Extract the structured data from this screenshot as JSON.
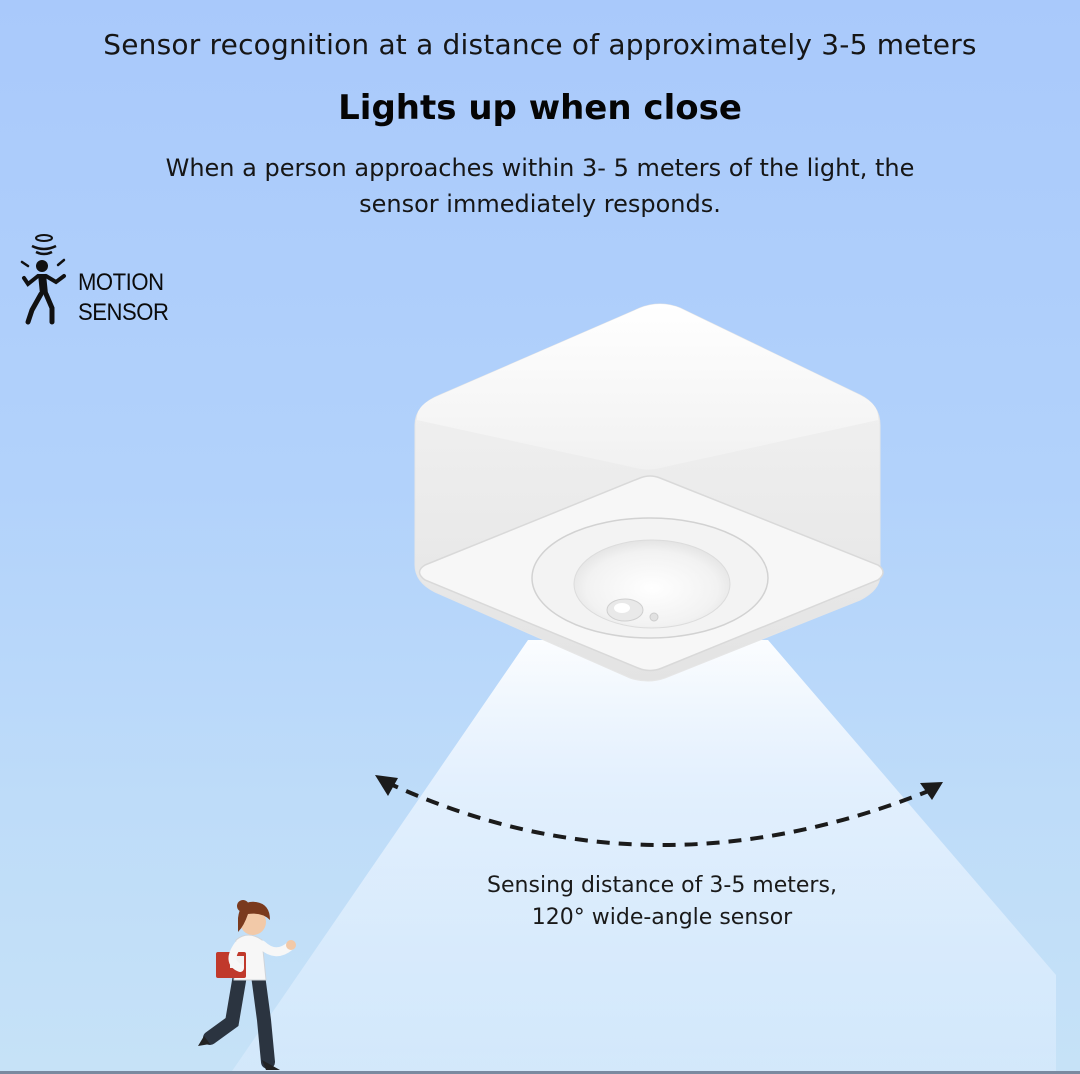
{
  "header": {
    "headline": "Sensor recognition at a distance of approximately 3-5 meters",
    "title": "Lights up when close",
    "description_line1": "When a person approaches within 3- 5 meters of the light, the",
    "description_line2": "sensor immediately responds."
  },
  "badge": {
    "icon": "motion-sensor-icon",
    "line1": "MOTION",
    "line2": "SENSOR"
  },
  "caption": {
    "line1": "Sensing distance of 3-5 meters,",
    "line2": "120° wide-angle sensor"
  },
  "colors": {
    "sky_top": "#a9c9fb",
    "sky_bottom": "#c6e2f7",
    "device": "#f6f6f6",
    "beam": "#eaf4ff",
    "accent_red": "#c0392b"
  }
}
